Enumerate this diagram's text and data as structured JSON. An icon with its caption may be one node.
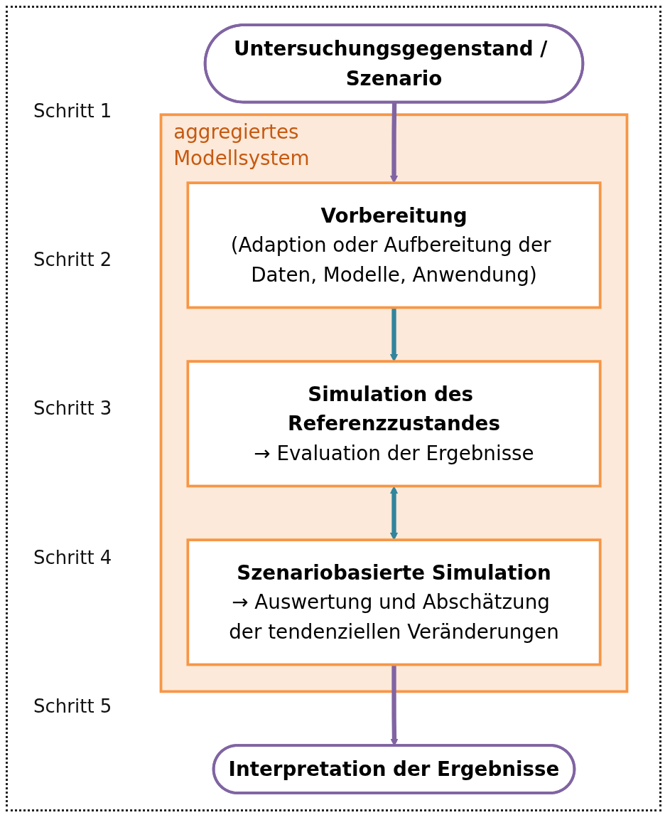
{
  "diagram": {
    "nodes": [
      {
        "text": [
          "Untersuchungsgegenstand / Szenario"
        ]
      },
      {
        "text": [
          "aggregiertes Modellsystem"
        ]
      },
      {
        "text": [
          "Vorbereitung",
          "(Adaption oder Aufbereitung der Daten, Modelle, Anwendung)"
        ],
        "in": 1
      },
      {
        "text": [
          "Simulation des Referenzzustandes",
          "→ Evaluation der Ergebnisse"
        ],
        "in": 1
      },
      {
        "text": [
          "Szenariobasierte Simulation",
          "→ Auswertung und Abschätzung der tendenziellen Veränderungen"
        ],
        "in": 1
      },
      {
        "text": [
          "Interpretation der Ergebnisse"
        ]
      }
    ],
    "edges": [
      {
        "from": 0,
        "to": 2,
        "arrow": "to",
        "color": "#8064a2"
      },
      {
        "from": 2,
        "to": 3,
        "arrow": "to",
        "color": "#31859c"
      },
      {
        "from": 3,
        "to": 4,
        "arrow": "both",
        "color": "#31859c"
      },
      {
        "from": 4,
        "to": 5,
        "arrow": "to",
        "color": "#8064a2"
      }
    ],
    "labels": [
      "Schritt 1",
      "Schritt 2",
      "Schritt 3",
      "Schritt 4",
      "Schritt 5"
    ]
  }
}
